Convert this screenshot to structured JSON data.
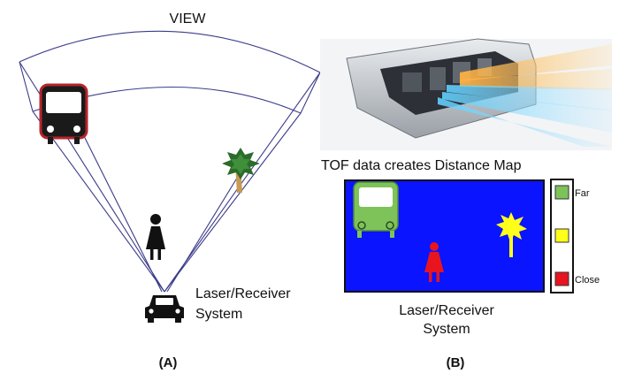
{
  "panel_a": {
    "view_label": "VIEW",
    "sensor_label_line1": "Laser/Receiver",
    "sensor_label_line2": "System",
    "panel_label": "(A)"
  },
  "panel_b": {
    "title": "TOF data creates Distance Map",
    "legend": {
      "far_label": "Far",
      "close_label": "Close",
      "swatch_colors": [
        "#7ec35a",
        "#ffff1a",
        "#e8141f"
      ]
    },
    "map_background_color": "#0a14ff",
    "sensor_label_line1": "Laser/Receiver",
    "sensor_label_line2": "System",
    "panel_label": "(B)"
  }
}
